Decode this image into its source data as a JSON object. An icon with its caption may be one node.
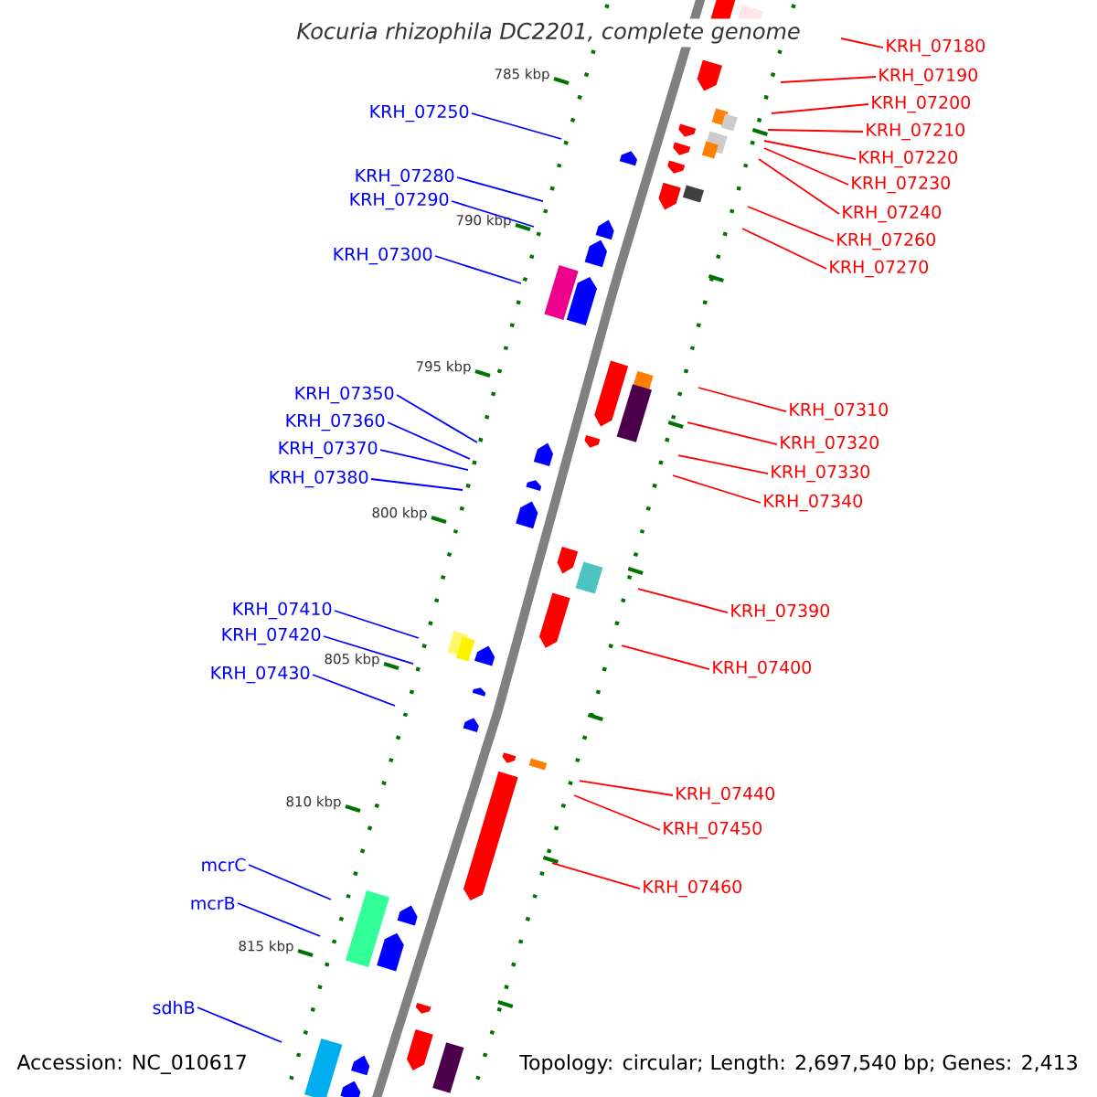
{
  "diagram": {
    "title": "Kocuria rhizophila DC2201, complete genome",
    "nodes": [
      {
        "text": [
          "KRH_07180"
        ]
      },
      {
        "text": [
          "KRH_07190"
        ]
      },
      {
        "text": [
          "KRH_07200"
        ]
      },
      {
        "text": [
          "KRH_07250"
        ]
      },
      {
        "text": [
          "KRH_07210"
        ]
      },
      {
        "text": [
          "KRH_07220"
        ]
      },
      {
        "text": [
          "KRH_07280"
        ]
      },
      {
        "text": [
          "KRH_07230"
        ]
      },
      {
        "text": [
          "KRH_07290"
        ]
      },
      {
        "text": [
          "KRH_07240"
        ]
      },
      {
        "text": [
          "KRH_07260"
        ]
      },
      {
        "text": [
          "KRH_07300"
        ]
      },
      {
        "text": [
          "KRH_07270"
        ]
      },
      {
        "text": [
          "KRH_07350"
        ]
      },
      {
        "text": [
          "KRH_07310"
        ]
      },
      {
        "text": [
          "KRH_07360"
        ]
      },
      {
        "text": [
          "KRH_07320"
        ]
      },
      {
        "text": [
          "KRH_07370"
        ]
      },
      {
        "text": [
          "KRH_07330"
        ]
      },
      {
        "text": [
          "KRH_07380"
        ]
      },
      {
        "text": [
          "KRH_07340"
        ]
      },
      {
        "text": [
          "KRH_07410"
        ]
      },
      {
        "text": [
          "KRH_07390"
        ]
      },
      {
        "text": [
          "KRH_07420"
        ]
      },
      {
        "text": [
          "KRH_07400"
        ]
      },
      {
        "text": [
          "KRH_07430"
        ]
      },
      {
        "text": [
          "KRH_07440"
        ]
      },
      {
        "text": [
          "KRH_07450"
        ]
      },
      {
        "text": [
          "mcrC"
        ]
      },
      {
        "text": [
          "KRH_07460"
        ]
      },
      {
        "text": [
          "mcrB"
        ]
      },
      {
        "text": [
          "sdhB"
        ]
      }
    ],
    "edges": [
      {
        "from": 0,
        "to": null,
        "arrow": "none"
      },
      {
        "from": 1,
        "to": null,
        "arrow": "none"
      },
      {
        "from": 2,
        "to": null,
        "arrow": "none"
      },
      {
        "from": 3,
        "to": null,
        "arrow": "none",
        "color": "#0000ff"
      },
      {
        "from": 4,
        "to": null,
        "arrow": "none"
      },
      {
        "from": 5,
        "to": null,
        "arrow": "none"
      },
      {
        "from": 6,
        "to": null,
        "arrow": "none",
        "color": "#0000ff"
      },
      {
        "from": 7,
        "to": null,
        "arrow": "none"
      },
      {
        "from": 8,
        "to": null,
        "arrow": "none",
        "color": "#0000ff"
      },
      {
        "from": 9,
        "to": null,
        "arrow": "none"
      },
      {
        "from": 10,
        "to": null,
        "arrow": "none"
      },
      {
        "from": 11,
        "to": null,
        "arrow": "none",
        "color": "#0000ff"
      },
      {
        "from": 12,
        "to": null,
        "arrow": "none"
      },
      {
        "from": 13,
        "to": null,
        "arrow": "none",
        "color": "#0000ff"
      },
      {
        "from": 14,
        "to": null,
        "arrow": "none"
      },
      {
        "from": 15,
        "to": null,
        "arrow": "none",
        "color": "#0000ff"
      },
      {
        "from": 16,
        "to": null,
        "arrow": "none"
      },
      {
        "from": 17,
        "to": null,
        "arrow": "none",
        "color": "#0000ff"
      },
      {
        "from": 18,
        "to": null,
        "arrow": "none"
      },
      {
        "from": 19,
        "to": null,
        "arrow": "none",
        "color": "#0000ff"
      },
      {
        "from": 20,
        "to": null,
        "arrow": "none"
      },
      {
        "from": 21,
        "to": null,
        "arrow": "none",
        "color": "#0000ff"
      },
      {
        "from": 22,
        "to": null,
        "arrow": "none"
      },
      {
        "from": 23,
        "to": null,
        "arrow": "none",
        "color": "#0000ff"
      },
      {
        "from": 24,
        "to": null,
        "arrow": "none"
      },
      {
        "from": 25,
        "to": null,
        "arrow": "none",
        "color": "#0000ff"
      },
      {
        "from": 26,
        "to": null,
        "arrow": "none"
      },
      {
        "from": 27,
        "to": null,
        "arrow": "none"
      },
      {
        "from": 28,
        "to": null,
        "arrow": "none",
        "color": "#0000ff"
      },
      {
        "from": 29,
        "to": null,
        "arrow": "none"
      },
      {
        "from": 30,
        "to": null,
        "arrow": "none",
        "color": "#0000ff"
      },
      {
        "from": 31,
        "to": null,
        "arrow": "none",
        "color": "#0000ff"
      }
    ],
    "labels": [
      "785 kbp",
      "790 kbp",
      "795 kbp",
      "800 kbp",
      "805 kbp",
      "810 kbp",
      "815 kbp",
      "Accession: NC_010617",
      "Topology: circular; Length: 2,697,540 bp; Genes: 2,413"
    ]
  }
}
